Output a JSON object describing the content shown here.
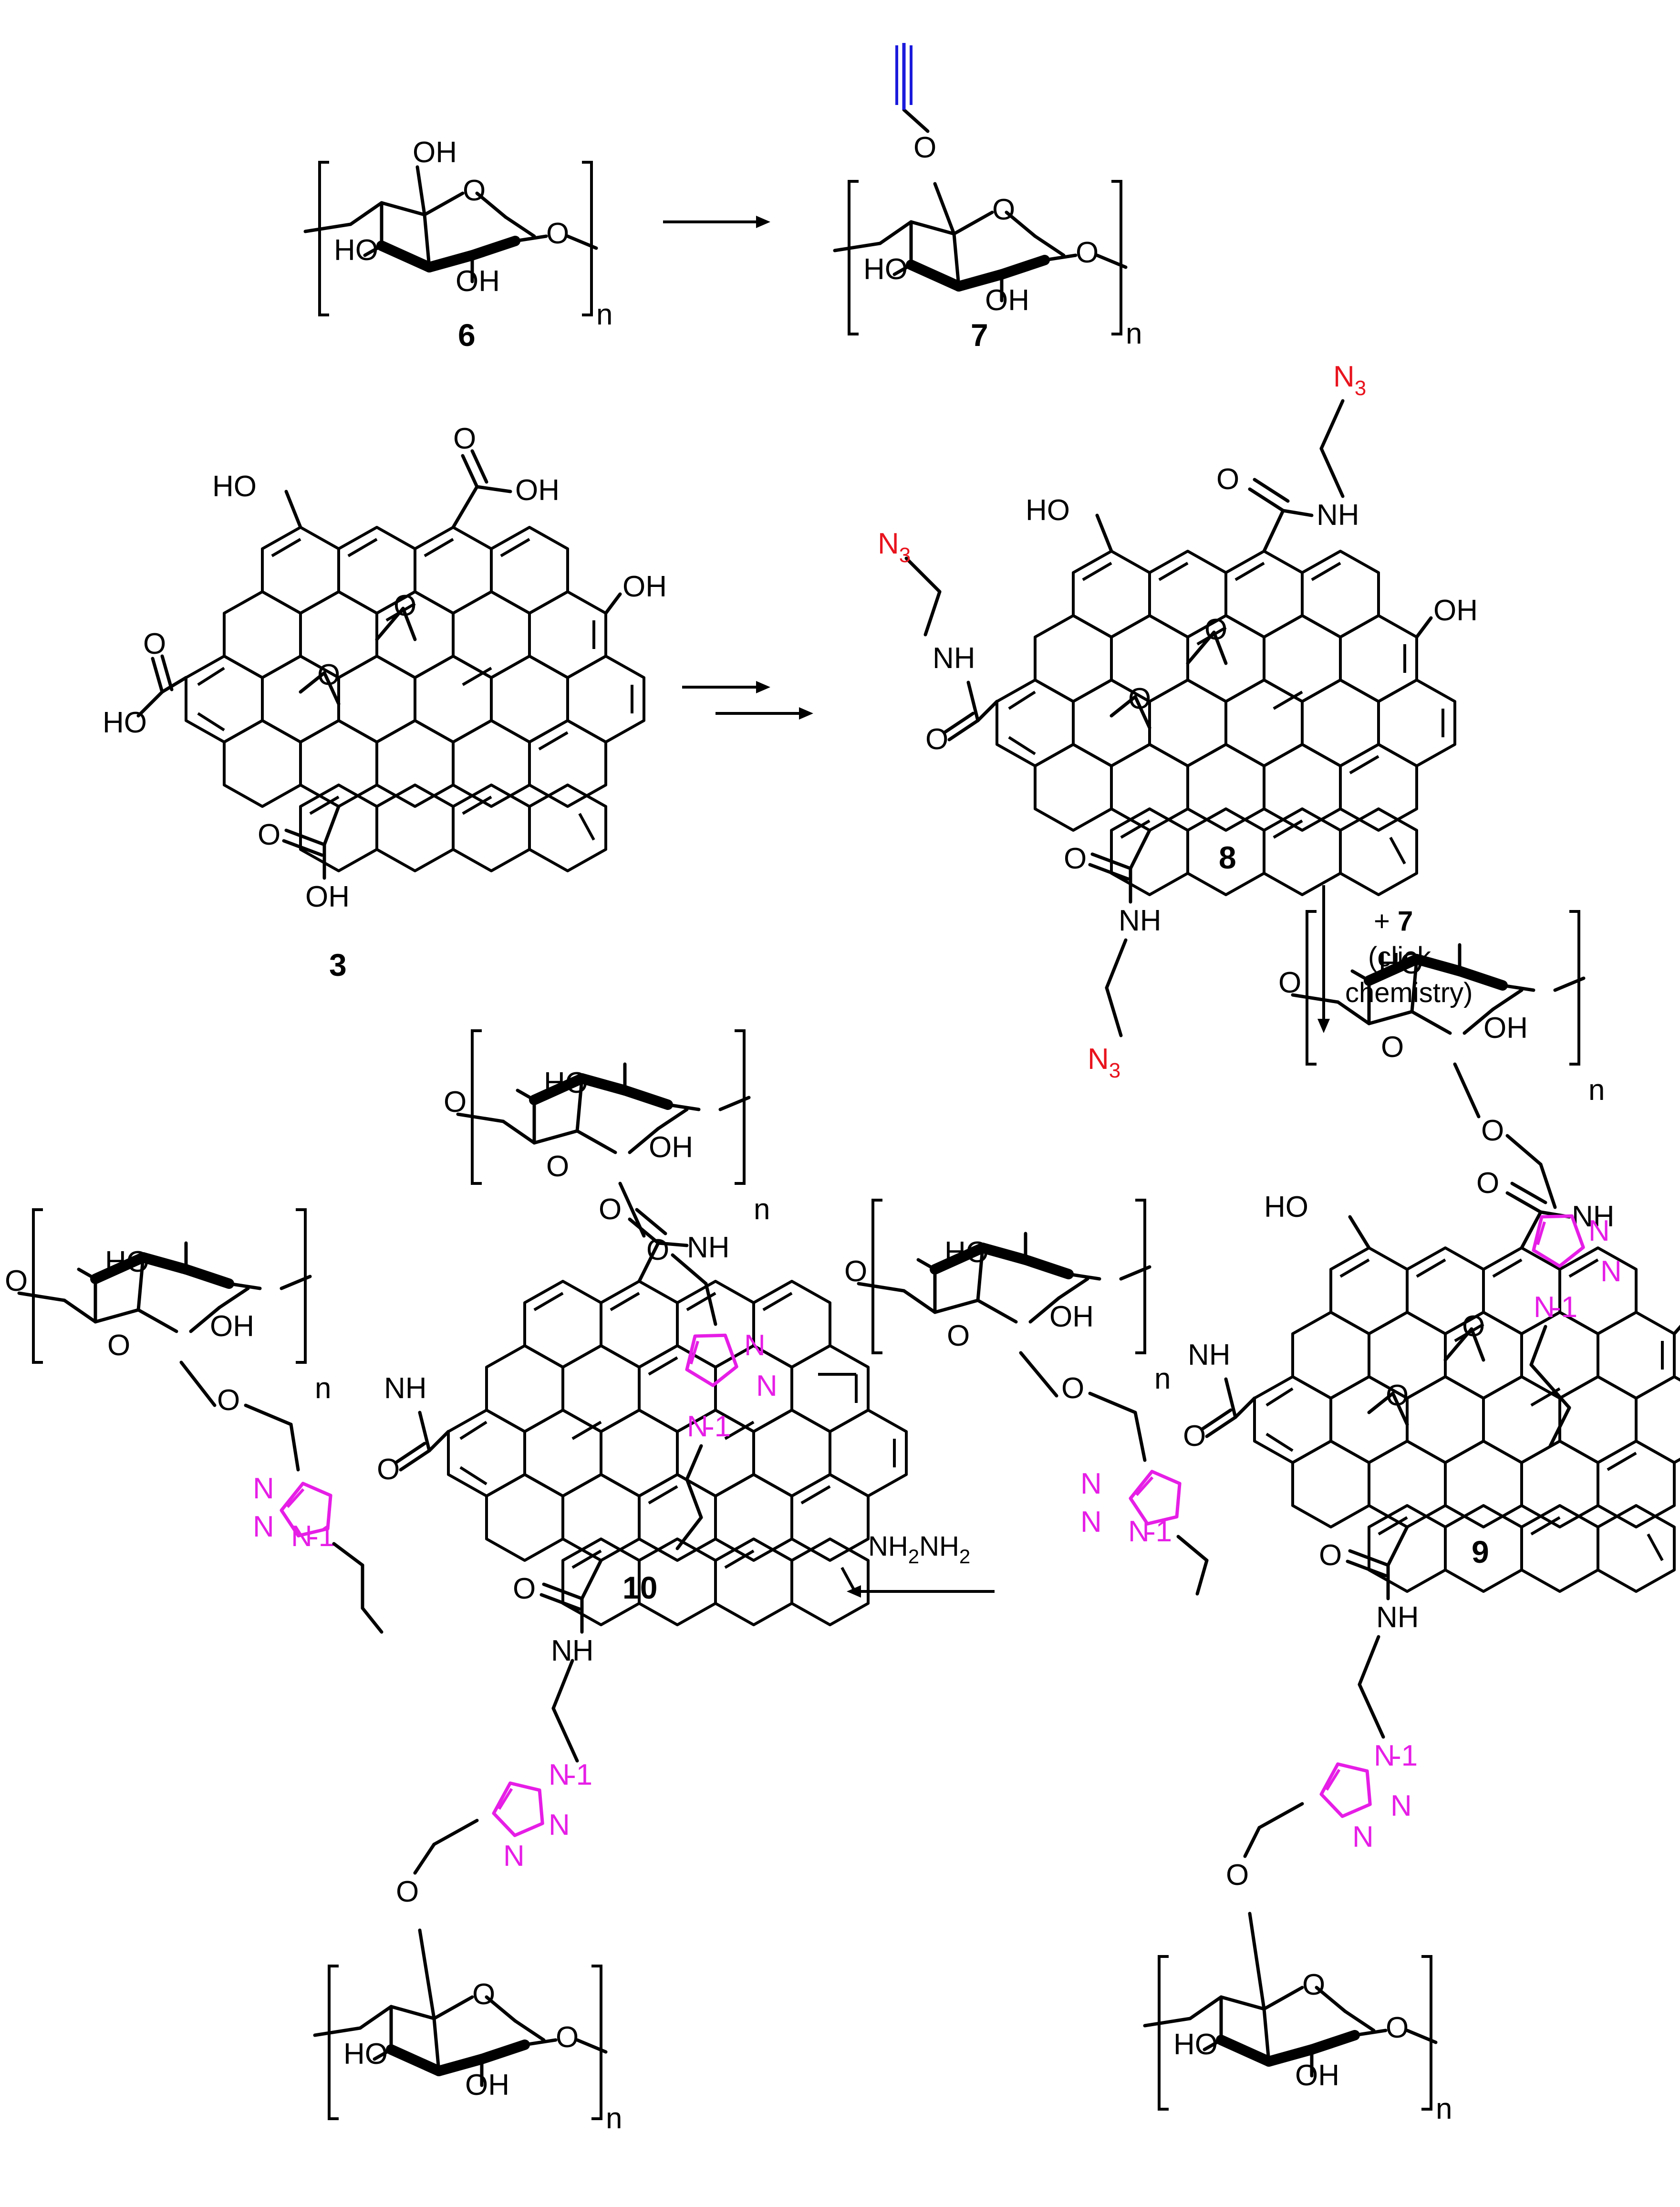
{
  "colors": {
    "bond": "#000000",
    "alkyne": "#1a1adc",
    "azide": "#e8141e",
    "triazole": "#e61ee6",
    "background": "#ffffff"
  },
  "compounds": {
    "c6": "6",
    "c7": "7",
    "c3": "3",
    "c8": "8",
    "c9": "9",
    "c10": "10"
  },
  "atoms": {
    "oh": "OH",
    "ho": "HO",
    "o": "O",
    "n_sub": "n",
    "nh": "NH",
    "n": "N",
    "n3_main": "N",
    "n3_sub": "3",
    "n1": "N",
    "n1_tag": "-1",
    "h_frag": "H",
    "o_frag": "O"
  },
  "conditions": {
    "click_line1_prefix": "+ ",
    "click_line1_bold": "7",
    "click_line2": "(click",
    "click_line3": "chemistry)",
    "hydrazine_a": "NH",
    "hydrazine_sub1": "2",
    "hydrazine_b": "NH",
    "hydrazine_sub2": "2"
  }
}
